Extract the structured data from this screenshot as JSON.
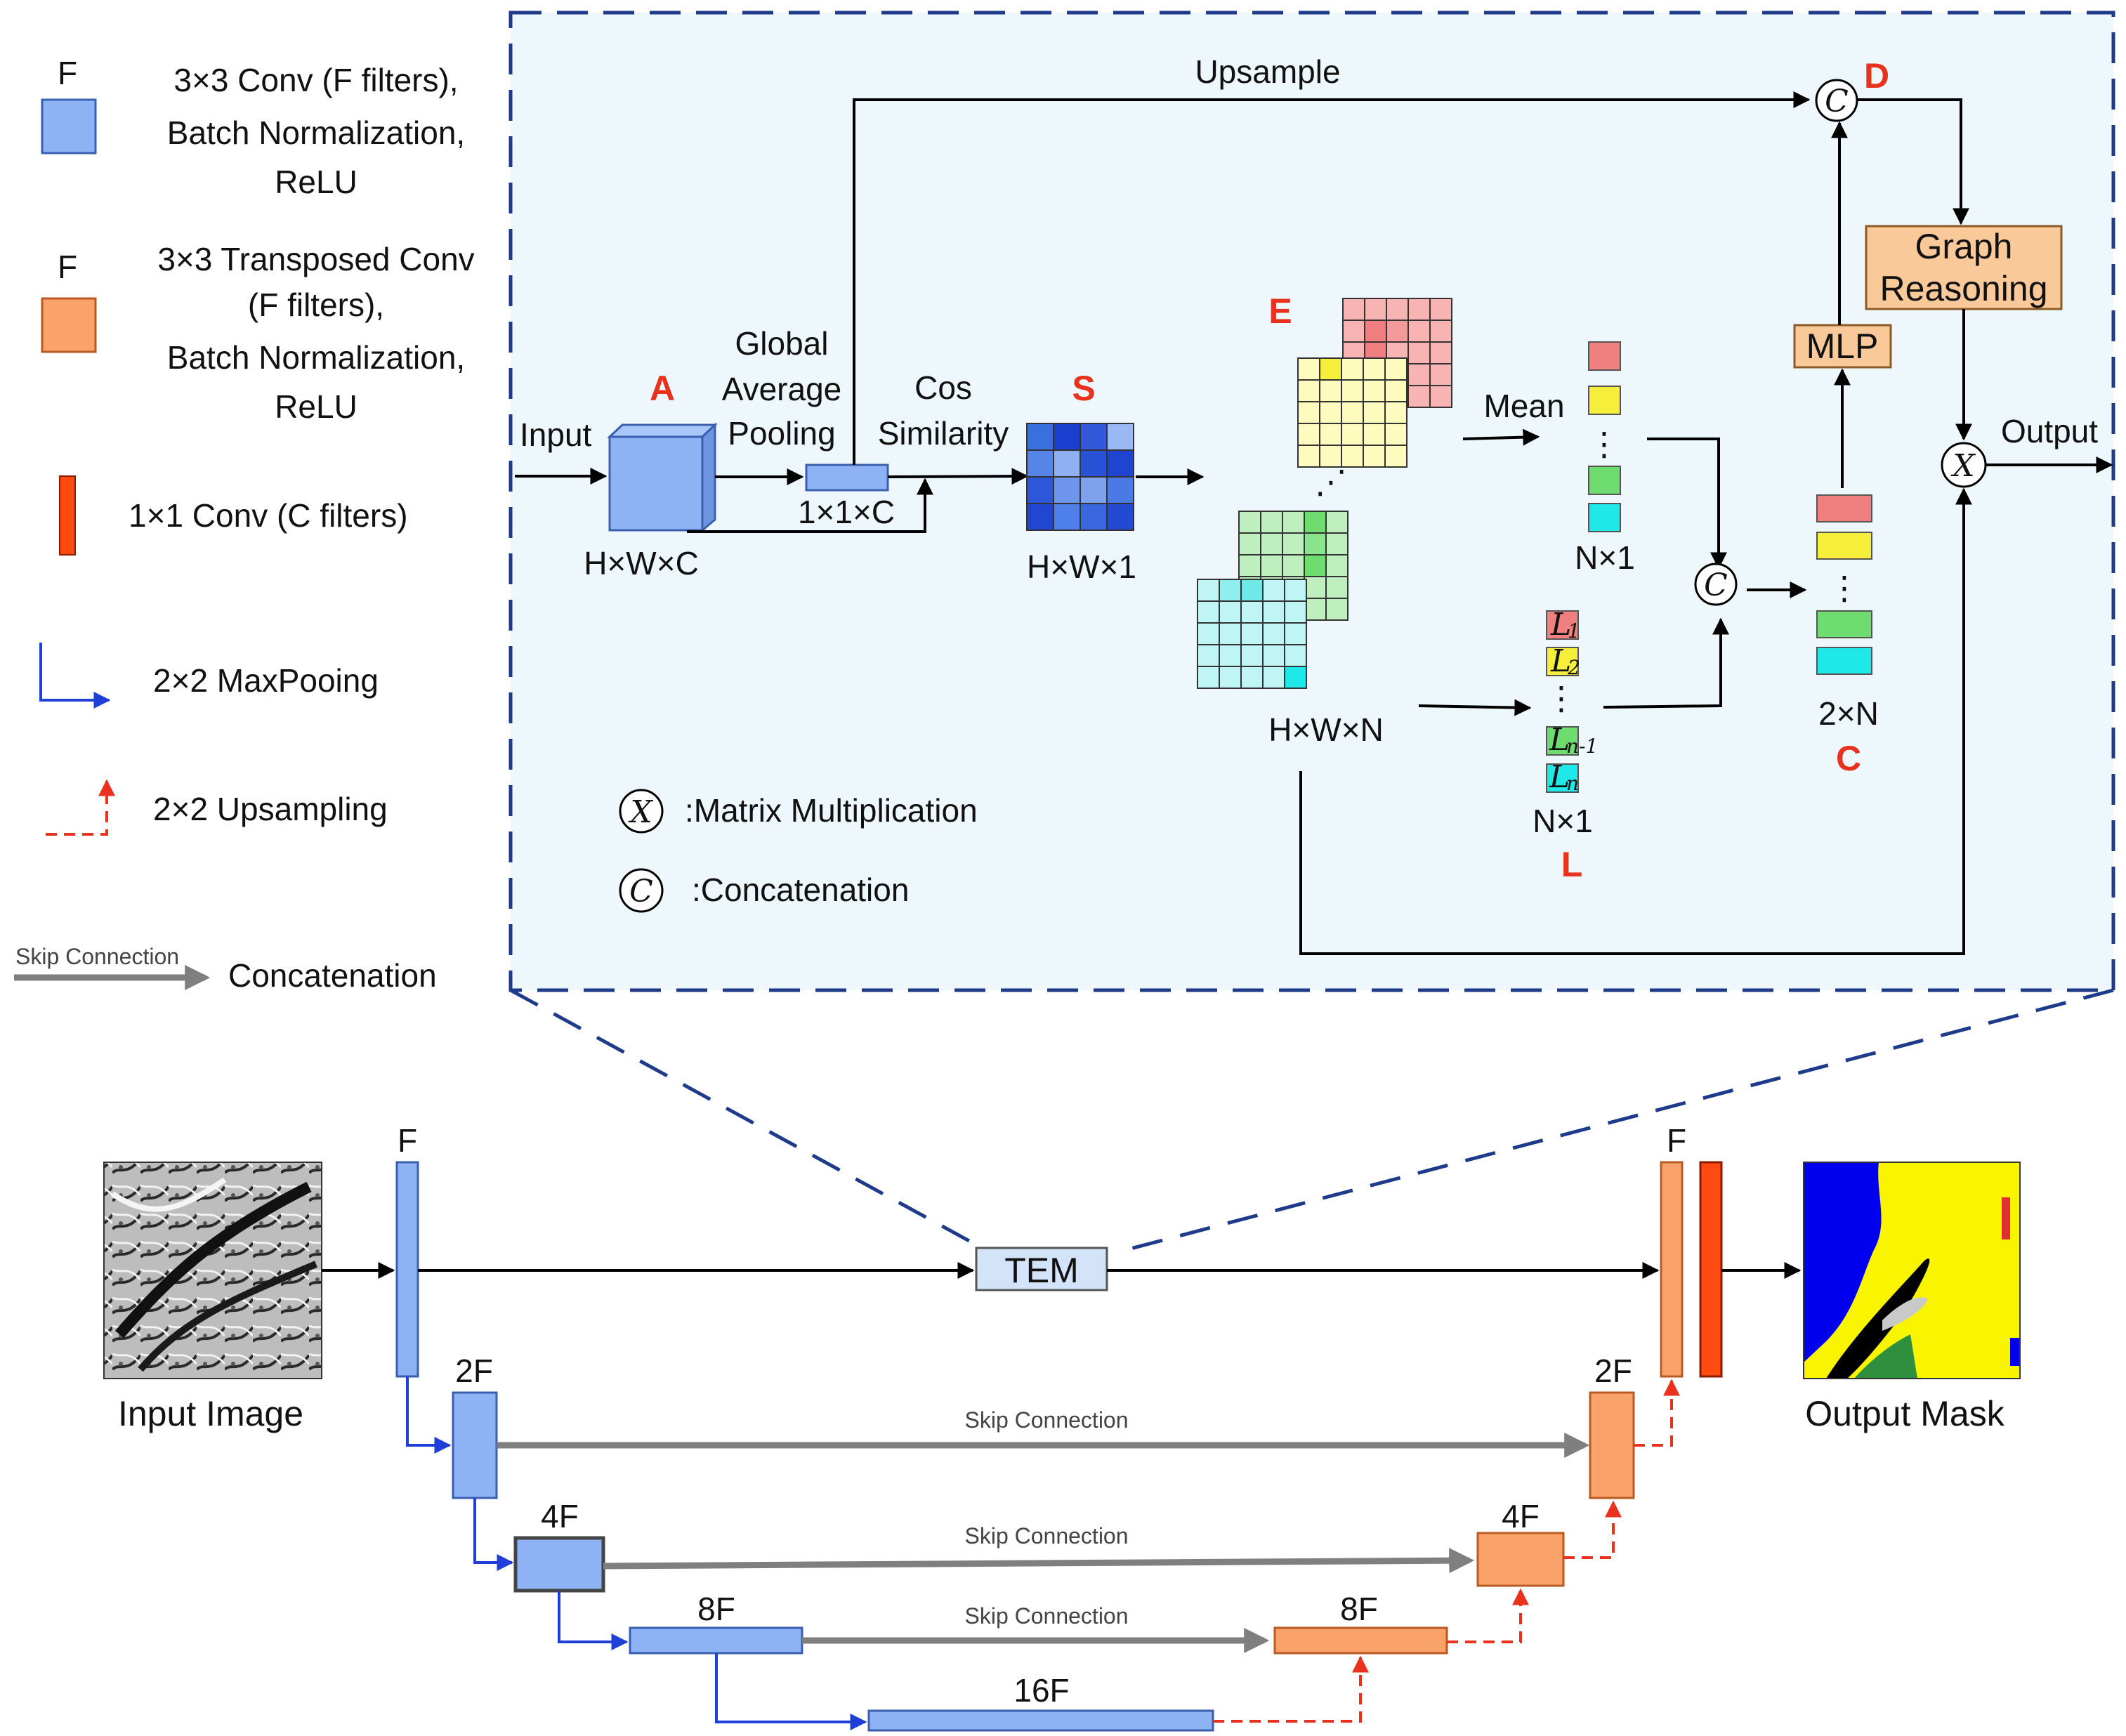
{
  "legend": {
    "conv_f": "F",
    "conv_line1": "3×3 Conv (F filters),",
    "conv_line2": "Batch Normalization,",
    "conv_line3": "ReLU",
    "tconv_f": "F",
    "tconv_line1": "3×3 Transposed Conv",
    "tconv_line2": "(F filters),",
    "tconv_line3": "Batch Normalization,",
    "tconv_line4": "ReLU",
    "one_by_one": "1×1 Conv (C filters)",
    "maxpool": "2×2 MaxPooing",
    "upsampling": "2×2 Upsampling",
    "skip_small": "Skip Connection",
    "concatenation": "Concatenation"
  },
  "tem": {
    "input": "Input",
    "a_label": "A",
    "a_dim": "H×W×C",
    "gap_line1": "Global",
    "gap_line2": "Average",
    "gap_line3": "Pooling",
    "gap_dim": "1×1×C",
    "cos_line1": "Cos",
    "cos_line2": "Similarity",
    "s_label": "S",
    "s_dim": "H×W×1",
    "upsample": "Upsample",
    "d_label": "D",
    "e_label": "E",
    "e_dim": "H×W×N",
    "mean": "Mean",
    "mean_dim": "N×1",
    "l_dim": "N×1",
    "l_label": "L",
    "l1": "L",
    "l1_sub": "1",
    "l2": "L",
    "l2_sub": "2",
    "ln1": "L",
    "ln1_sub": "n-1",
    "ln": "L",
    "ln_sub": "n",
    "c_dim": "2×N",
    "c_label": "C",
    "mlp": "MLP",
    "graph_line1": "Graph",
    "graph_line2": "Reasoning",
    "output": "Output",
    "sym_x": "X",
    "sym_c": "C",
    "mm_text": ":Matrix Multiplication",
    "cat_text": ":Concatenation",
    "dots": "⋮",
    "ddots": "⋰"
  },
  "unet": {
    "input_image": "Input Image",
    "output_mask": "Output Mask",
    "tem": "TEM",
    "f": "F",
    "f2": "2F",
    "f4": "4F",
    "f8": "8F",
    "f16": "16F",
    "df": "F",
    "d2f": "2F",
    "d4f": "4F",
    "d8f": "8F",
    "skip1": "Skip Connection",
    "skip2": "Skip Connection",
    "skip3": "Skip Connection"
  },
  "colors": {
    "conv_blue": "#8db3f5",
    "tconv_orange": "#f9a26a",
    "one_by_one_red": "#ff4a12",
    "panel_bg": "#eef7fb",
    "panel_border": "#1e3a8a",
    "label_red": "#e8321e"
  }
}
